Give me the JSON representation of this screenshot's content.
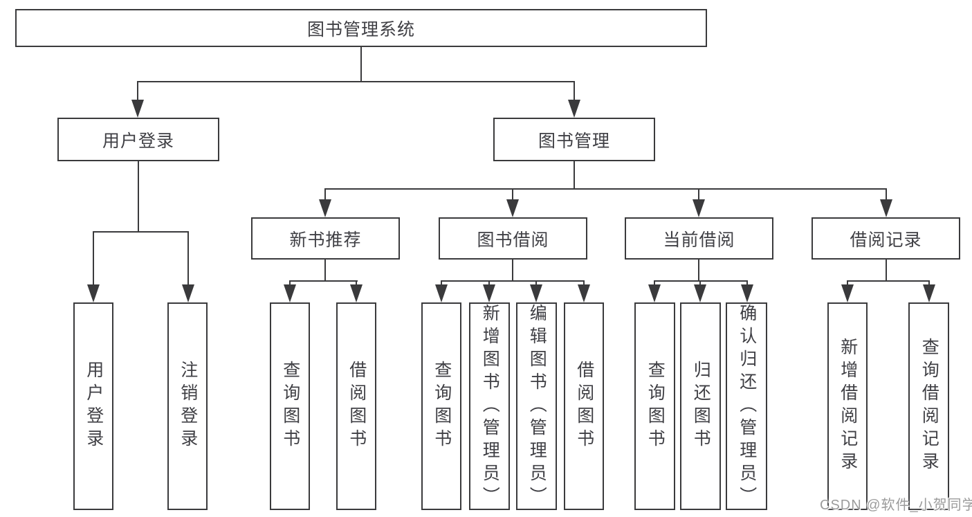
{
  "diagram": {
    "root": {
      "label": "图书管理系统"
    },
    "level2": {
      "user_login": {
        "label": "用户登录"
      },
      "book_management": {
        "label": "图书管理"
      }
    },
    "level3": {
      "new_book_recommend": {
        "label": "新书推荐"
      },
      "book_borrow": {
        "label": "图书借阅"
      },
      "current_borrow": {
        "label": "当前借阅"
      },
      "borrow_record": {
        "label": "借阅记录"
      }
    },
    "leaves": {
      "user_login": {
        "label": "用户登录"
      },
      "logout": {
        "label": "注销登录"
      },
      "recommend_query_book": {
        "label": "查询图书"
      },
      "recommend_borrow_book": {
        "label": "借阅图书"
      },
      "borrow_query_book": {
        "label": "查询图书"
      },
      "add_book_admin": {
        "label": "新增图书（管理员）"
      },
      "edit_book_admin": {
        "label": "编辑图书（管理员）"
      },
      "borrow_borrow_book": {
        "label": "借阅图书"
      },
      "current_query_book": {
        "label": "查询图书"
      },
      "return_book": {
        "label": "归还图书"
      },
      "confirm_return_admin": {
        "label": "确认归还（管理员）"
      },
      "add_borrow_record": {
        "label": "新增借阅记录"
      },
      "query_borrow_record": {
        "label": "查询借阅记录"
      }
    }
  },
  "watermark": {
    "text": "CSDN @软件_小贺同学"
  },
  "colors": {
    "line": "#3a3a3c",
    "text": "#3f3f44",
    "watermark": "#9b9b9b",
    "background": "#ffffff"
  }
}
